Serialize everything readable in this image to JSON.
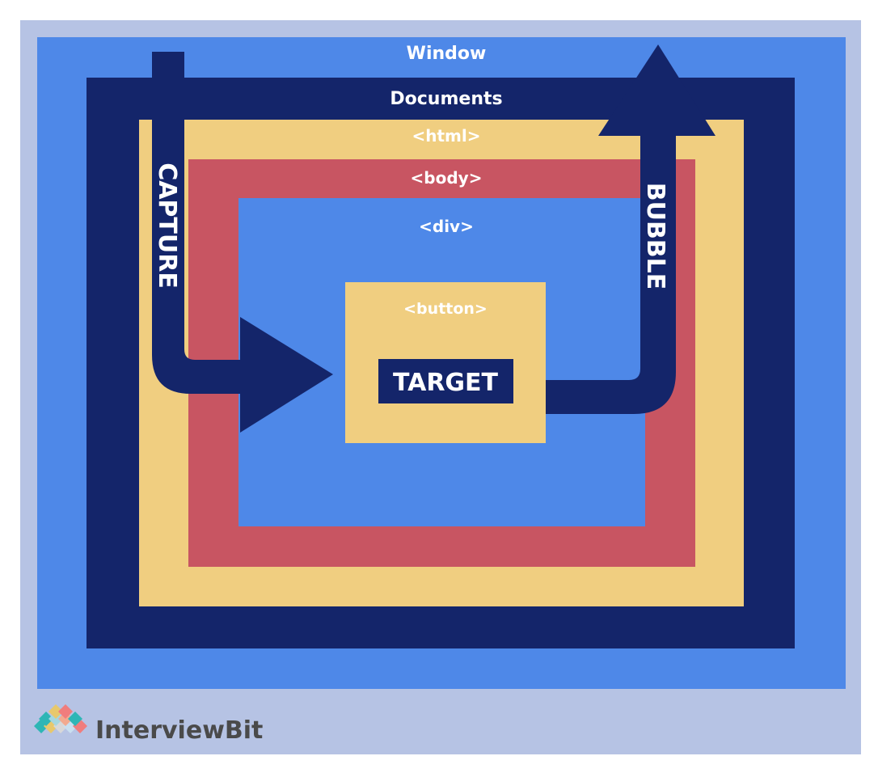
{
  "diagram": {
    "window_label": "Window",
    "documents_label": "Documents",
    "html_label": "<html>",
    "body_label": "<body>",
    "div_label": "<div>",
    "button_label": "<button>",
    "target_label": "TARGET",
    "capture_label": "CAPTURE",
    "bubble_label": "BUBBLE"
  },
  "logo": {
    "brand_name": "InterviewBit",
    "icon": "interviewbit-diamond-logo"
  },
  "colors": {
    "outer_frame": "#b6c3e4",
    "window": "#4e88e8",
    "documents": "#14256a",
    "html": "#f0ce80",
    "body": "#c85562",
    "div": "#4e88e8",
    "button": "#f0ce80",
    "target": "#14256a",
    "arrow": "#14256a"
  }
}
